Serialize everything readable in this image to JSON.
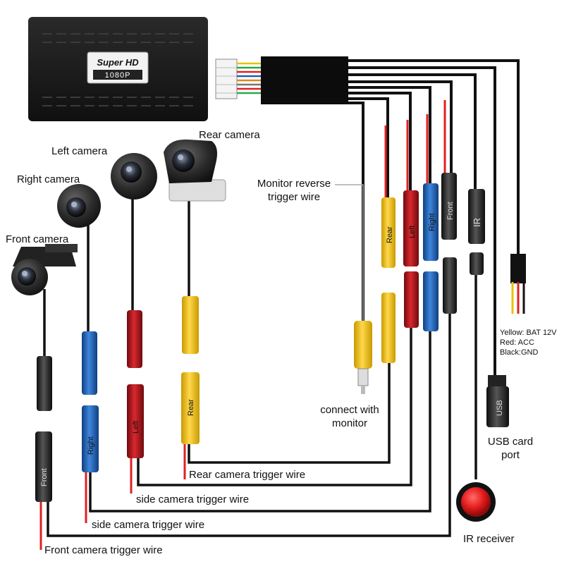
{
  "device": {
    "badge_top": "Super HD",
    "badge_bottom": "1080P"
  },
  "cameras": {
    "front": "Front camera",
    "right": "Right camera",
    "left": "Left camera",
    "rear": "Rear camera"
  },
  "connector_labels": {
    "front": "Front",
    "right": "Right",
    "left": "Left",
    "rear": "Rear",
    "ir": "IR"
  },
  "labels": {
    "monitor_reverse_line1": "Monitor reverse",
    "monitor_reverse_line2": "trigger wire",
    "connect_monitor_line1": "connect with",
    "connect_monitor_line2": "monitor",
    "usb_line1": "USB card",
    "usb_line2": "port",
    "ir_receiver": "IR receiver",
    "rear_trigger": "Rear camera trigger wire",
    "side_trigger_1": "side camera trigger wire",
    "side_trigger_2": "side camera trigger wire",
    "front_trigger": "Front camera trigger wire"
  },
  "power": {
    "yellow": "Yellow: BAT 12V",
    "red": "Red: ACC",
    "black": "Black:GND"
  },
  "colors": {
    "yellow_connector": "#f2c21b",
    "blue_connector": "#1f63b8",
    "red_connector": "#b3161c",
    "black_connector": "#2b2b2b",
    "wire": "#111111",
    "red_wire": "#e02020",
    "ir_red": "#e31b1b"
  }
}
